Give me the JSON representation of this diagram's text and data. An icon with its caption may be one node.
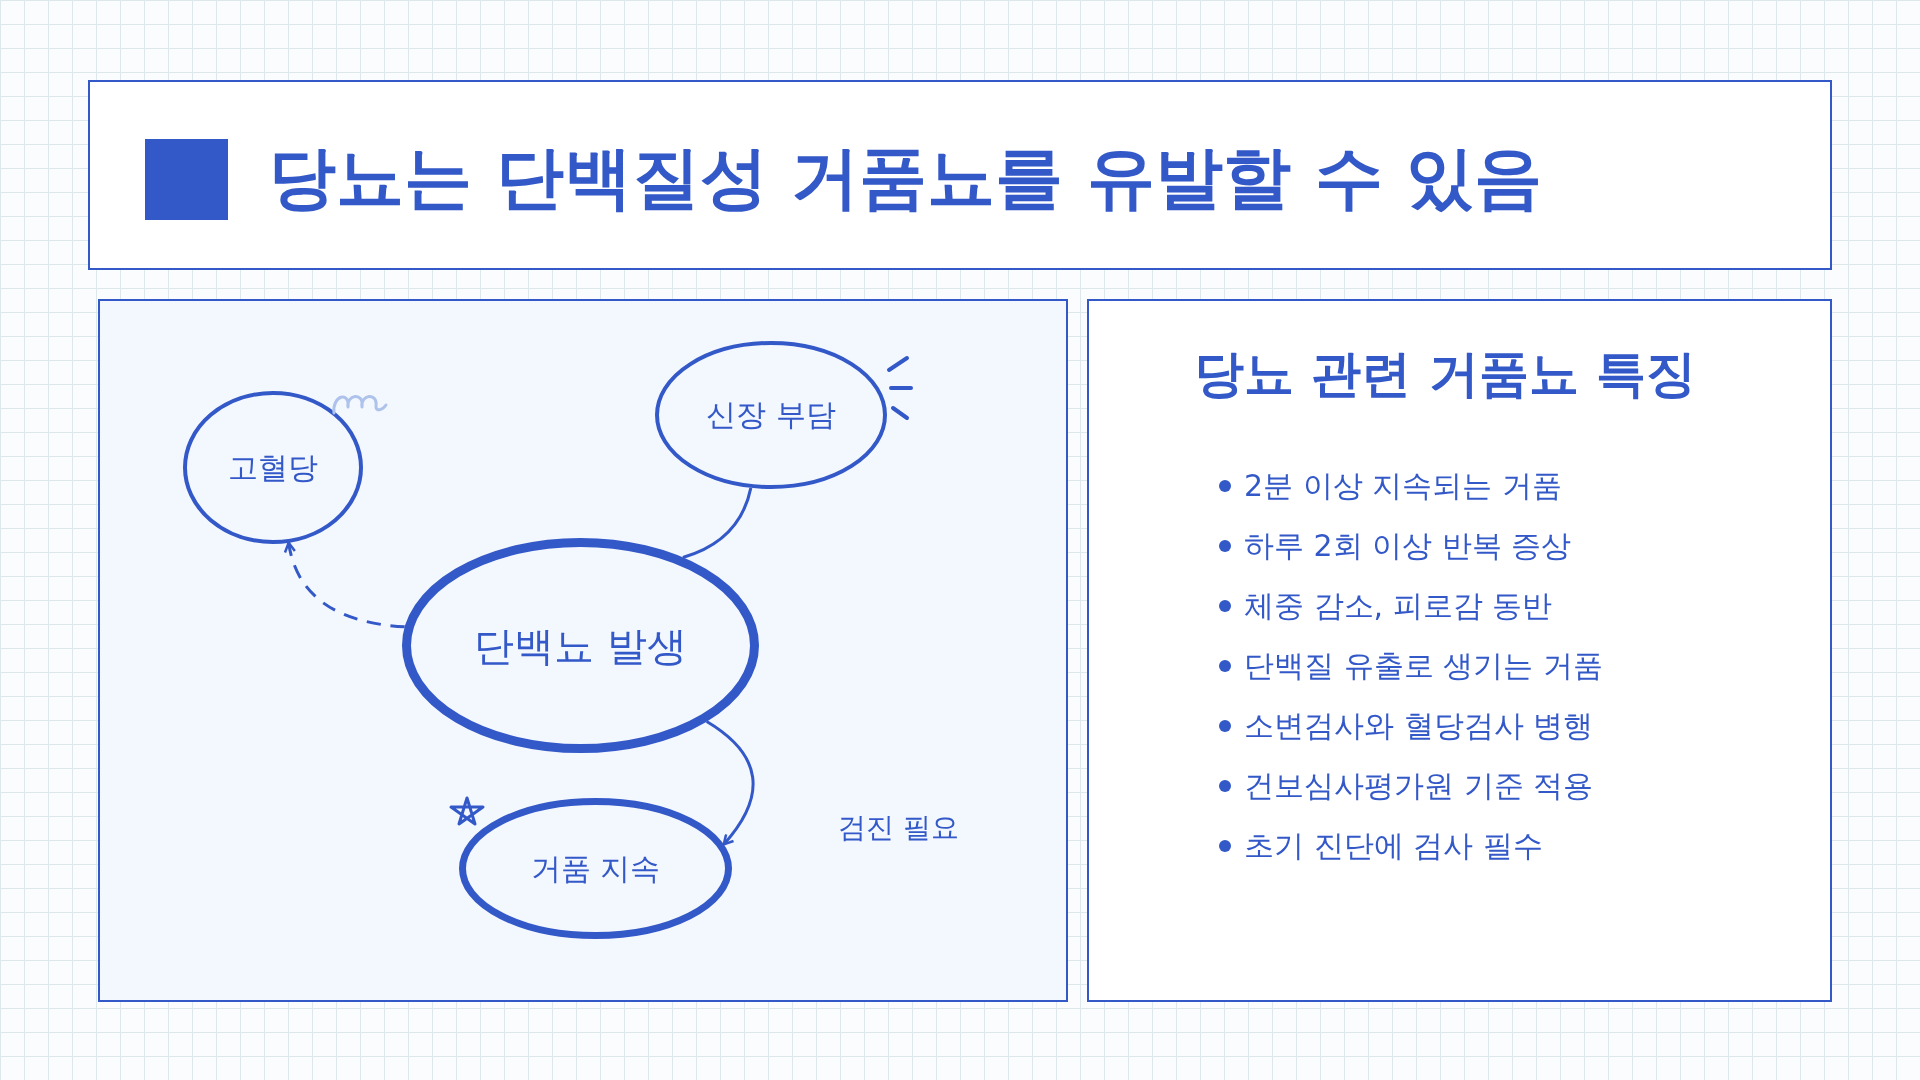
{
  "diagram": {
    "title": "당뇨는 단백질성 거품뇨를 유발할 수 있음",
    "nodes": [
      {
        "text": [
          "고혈당"
        ]
      },
      {
        "text": [
          "신장 부담"
        ]
      },
      {
        "text": [
          "단백뇨 발생"
        ]
      },
      {
        "text": [
          "거품 지속"
        ]
      }
    ],
    "edges": [
      {
        "from": 2,
        "to": 0,
        "arrow": "to",
        "style": "dashed"
      },
      {
        "from": 2,
        "to": 1,
        "arrow": "none"
      },
      {
        "from": 2,
        "to": 3,
        "arrow": "to"
      }
    ],
    "labels": [
      "검진 필요",
      "당뇨 관련 거품뇨 특징",
      "2분 이상 지속되는 거품",
      "하루 2회 이상 반복 증상",
      "체중 감소, 피로감 동반",
      "단백질 유출로 생기는 거품",
      "소변검사와 혈당검사 병행",
      "건보심사평가원 기준 적용",
      "초기 진단에 검사 필수"
    ]
  }
}
